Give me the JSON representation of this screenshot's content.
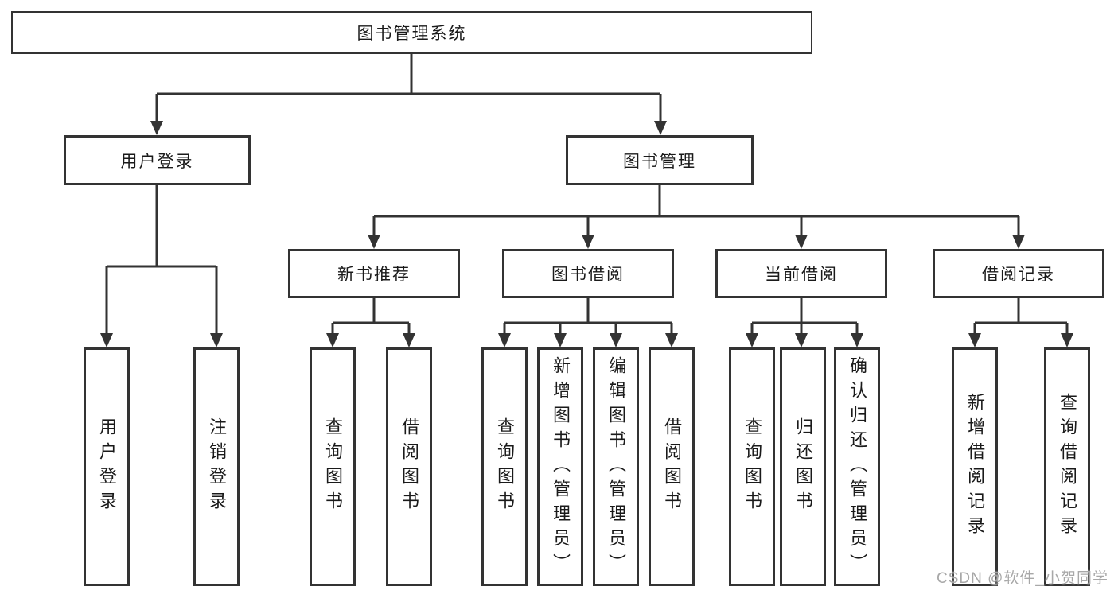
{
  "root": {
    "label": "图书管理系统"
  },
  "level1": [
    {
      "label": "用户登录"
    },
    {
      "label": "图书管理"
    }
  ],
  "level2": [
    {
      "label": "新书推荐"
    },
    {
      "label": "图书借阅"
    },
    {
      "label": "当前借阅"
    },
    {
      "label": "借阅记录"
    }
  ],
  "leaves": {
    "user_login": [
      {
        "label": "用户登录"
      },
      {
        "label": "注销登录"
      }
    ],
    "new_book": [
      {
        "label": "查询图书"
      },
      {
        "label": "借阅图书"
      }
    ],
    "book_borrow": [
      {
        "label": "查询图书"
      },
      {
        "label": "新增图书（管理员）"
      },
      {
        "label": "编辑图书（管理员）"
      },
      {
        "label": "借阅图书"
      }
    ],
    "current_borrow": [
      {
        "label": "查询图书"
      },
      {
        "label": "归还图书"
      },
      {
        "label": "确认归还（管理员）"
      }
    ],
    "borrow_record": [
      {
        "label": "新增借阅记录"
      },
      {
        "label": "查询借阅记录"
      }
    ]
  },
  "watermark": {
    "text": "CSDN @软件_小贺同学",
    "color": "#a8a8a8"
  },
  "colors": {
    "line": "#333333",
    "box_border": "#333333",
    "text": "#1a1a1a",
    "background": "#ffffff"
  }
}
